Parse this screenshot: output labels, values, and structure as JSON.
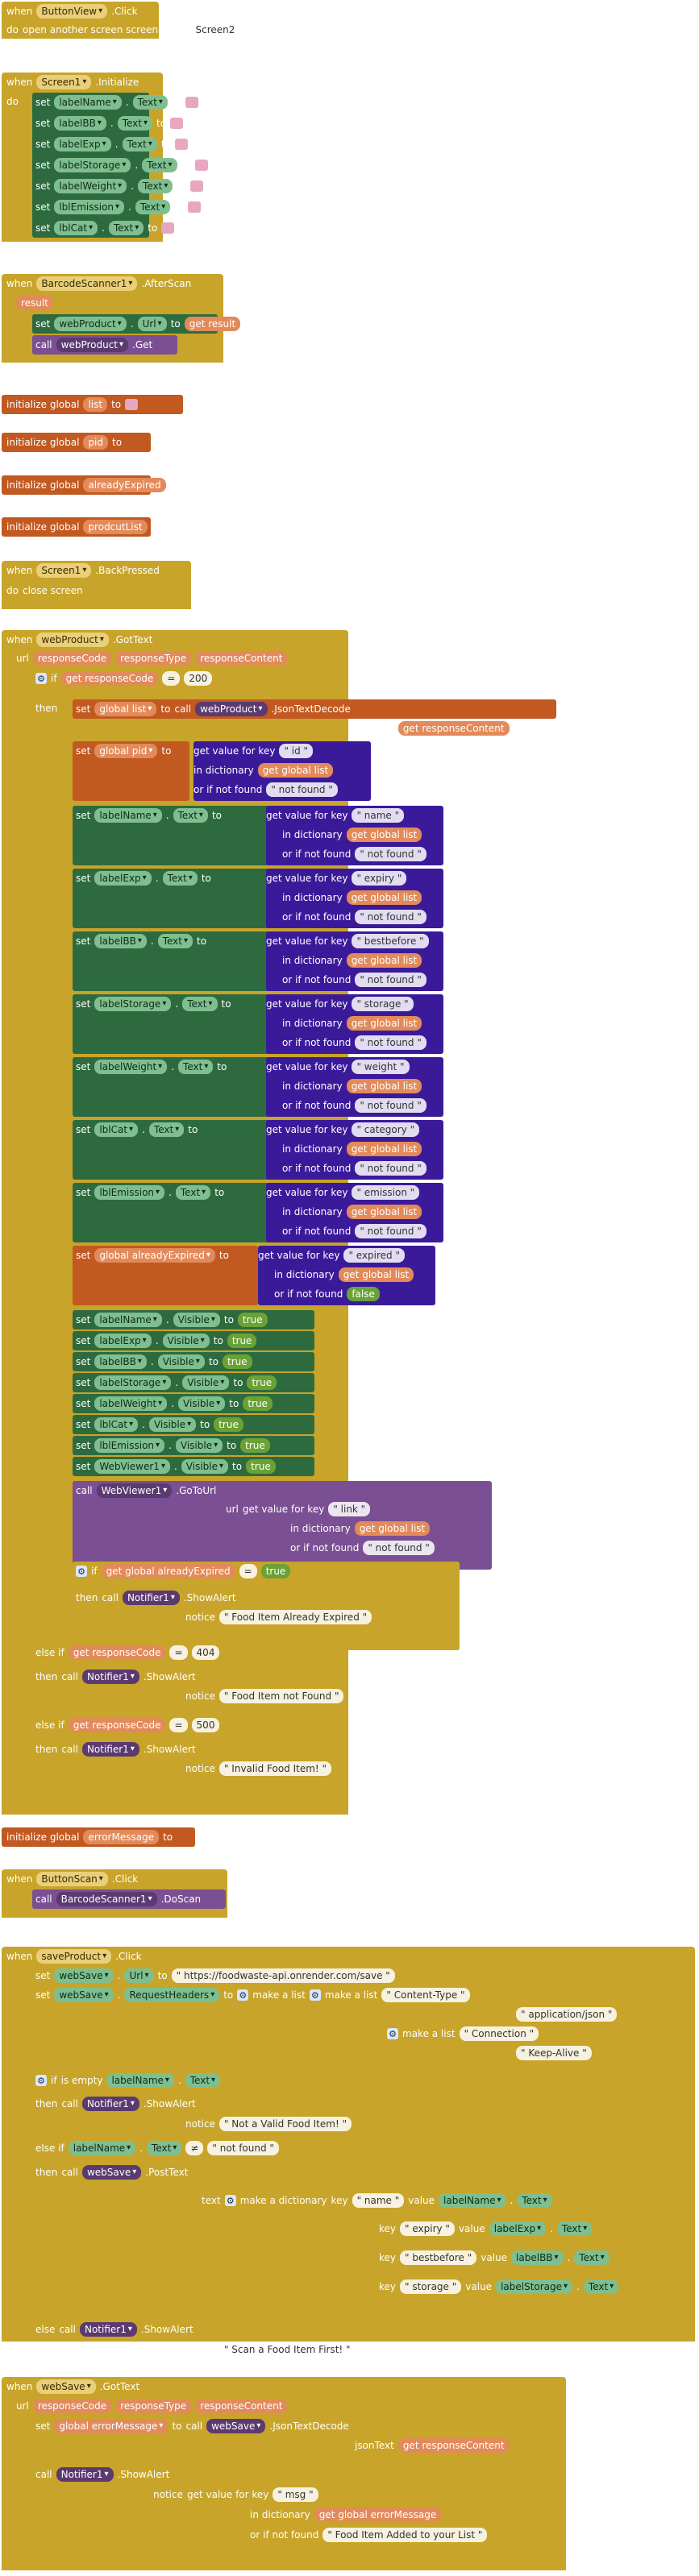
{
  "colors": {
    "event": "#c8a42a",
    "setter": "#c15921",
    "procedure": "#7a4f93",
    "math": "#3474b3",
    "component": "#2d6b3f",
    "text": "#b8305a",
    "list": "#41a4d5",
    "dictionary": "#3b1a9a",
    "logic": "#6aa236"
  },
  "blocks": {
    "kw": {
      "when": "when",
      "do": "do",
      "set": "set",
      "to": "to",
      "call": "call",
      "get": "get",
      "if": "if",
      "then": "then",
      "else": "else",
      "else_if": "else if",
      "init_global": "initialize global",
      "url": "url",
      "notice": "notice",
      "jsonText": "jsonText",
      "text": "text",
      "key": "key",
      "value": "value",
      "get_value_for_key": "get value for key",
      "in_dictionary": "in dictionary",
      "or_if_not_found": "or if not found",
      "make_a_list": "make a list",
      "make_a_dictionary": "make a dictionary",
      "is_empty": "is empty",
      "dot": ".",
      "eq": "=",
      "neq": "≠"
    },
    "e1": {
      "comp": "ButtonView",
      "event": ".Click",
      "stmt": "open another screen  screenName",
      "screen": "Screen2"
    },
    "e2": {
      "comp": "Screen1",
      "event": ".Initialize",
      "sets": [
        {
          "c": "labelName",
          "p": "Text"
        },
        {
          "c": "labelBB",
          "p": "Text"
        },
        {
          "c": "labelExp",
          "p": "Text"
        },
        {
          "c": "labelStorage",
          "p": "Text"
        },
        {
          "c": "labelWeight",
          "p": "Text"
        },
        {
          "c": "lblEmission",
          "p": "Text"
        },
        {
          "c": "lblCat",
          "p": "Text"
        }
      ]
    },
    "e3": {
      "comp": "BarcodeScanner1",
      "event": ".AfterScan",
      "param": "result",
      "set_c": "webProduct",
      "set_p": "Url",
      "get": "result",
      "call_c": "webProduct",
      "call_m": ".Get"
    },
    "g": {
      "list": "list",
      "pid": "pid",
      "alreadyExpired": "alreadyExpired",
      "prodcutList": "prodcutList",
      "errorMessage": "errorMessage"
    },
    "e4": {
      "comp": "Screen1",
      "event": ".BackPressed",
      "stmt": "close screen"
    },
    "e5": {
      "comp": "webProduct",
      "event": ".GotText",
      "params": [
        "responseCode",
        "responseType",
        "responseContent"
      ],
      "code200": "200",
      "code404": "404",
      "code500": "500",
      "json_m": ".JsonTextDecode",
      "g_list": "global list",
      "g_pid": "global pid",
      "g_exp": "global alreadyExpired",
      "k_id": "id",
      "k_name": "name",
      "k_expiry": "expiry",
      "k_bestbefore": "bestbefore",
      "k_storage": "storage",
      "k_weight": "weight",
      "k_category": "category",
      "k_emission": "emission",
      "k_expired": "expired",
      "k_link": "link",
      "nf": "not found",
      "false": "false",
      "true": "true",
      "visible": "Visible",
      "labels": [
        "labelName",
        "labelExp",
        "labelBB",
        "labelStorage",
        "labelWeight",
        "lblCat",
        "lblEmission",
        "WebViewer1"
      ],
      "sets": [
        {
          "c": "labelName",
          "k": "name"
        },
        {
          "c": "labelExp",
          "k": "expiry"
        },
        {
          "c": "labelBB",
          "k": "bestbefore"
        },
        {
          "c": "labelStorage",
          "k": "storage"
        },
        {
          "c": "labelWeight",
          "k": "weight"
        },
        {
          "c": "lblCat",
          "k": "category"
        },
        {
          "c": "lblEmission",
          "k": "emission"
        }
      ],
      "web": "WebViewer1",
      "gotourl": ".GoToUrl",
      "notifier": "Notifier1",
      "showalert": ".ShowAlert",
      "msg1": "Food Item Already Expired",
      "msg2": "Food Item not Found",
      "msg3": "Invalid Food Item!"
    },
    "e6": {
      "comp": "ButtonScan",
      "event": ".Click",
      "call_c": "BarcodeScanner1",
      "call_m": ".DoScan"
    },
    "e7": {
      "comp": "saveProduct",
      "event": ".Click",
      "url_set": "webSave",
      "url_p": "Url",
      "url": "https://foodwaste-api.onrender.com/save",
      "hdr_p": "RequestHeaders",
      "hdr": [
        "Content-Type",
        "application/json",
        "Connection",
        "Keep-Alive"
      ],
      "post": ".PostText",
      "msgA": "Not a Valid Food Item!",
      "msgB": "Scan a Food Item First!",
      "pairs": [
        {
          "k": "name",
          "c": "labelName"
        },
        {
          "k": "expiry",
          "c": "labelExp"
        },
        {
          "k": "bestbefore",
          "c": "labelBB"
        },
        {
          "k": "storage",
          "c": "labelStorage"
        }
      ]
    },
    "e8": {
      "comp": "webSave",
      "event": ".GotText",
      "params": [
        "responseCode",
        "responseType",
        "responseContent"
      ],
      "set": "global errorMessage",
      "k": "msg",
      "g": "global errorMessage",
      "nf": "Food Item Added to your List"
    }
  }
}
